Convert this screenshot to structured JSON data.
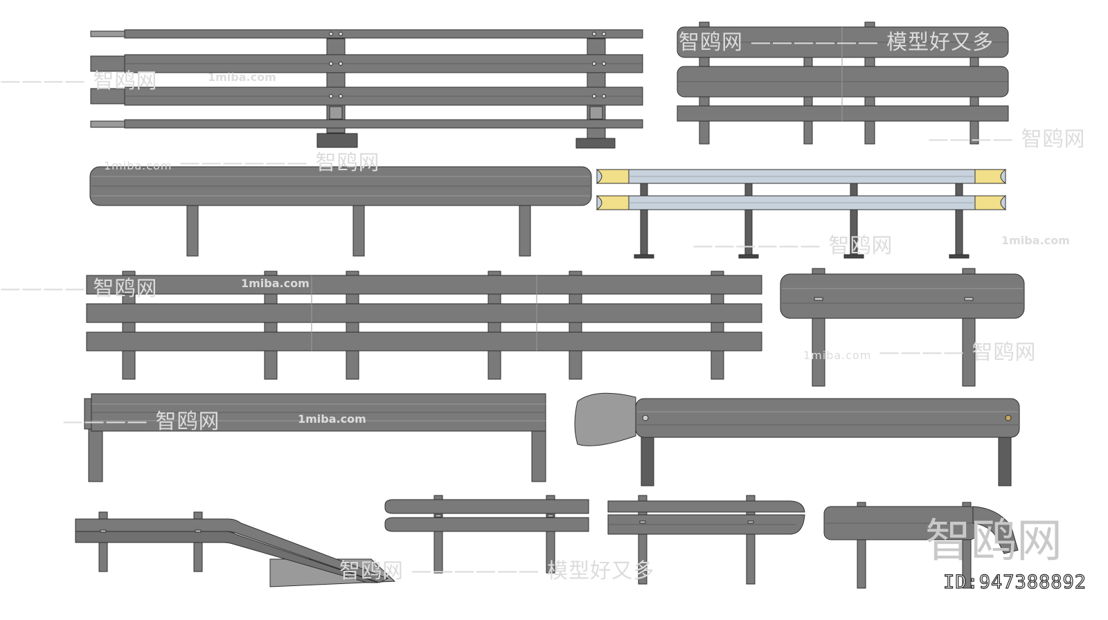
{
  "scene": {
    "background": "#ffffff",
    "colors": {
      "steel": "#7a7a7a",
      "steel_light": "#9b9b9b",
      "steel_dark": "#5d5d5d",
      "outline": "#2e2e2e",
      "galvanized": "#c8d2dc",
      "end_cap_yellow": "#f1df8a",
      "concrete": "#9a9a9a"
    },
    "items": [
      "four-rail-tube-guardrail",
      "three-beam-guardrail",
      "w-beam-guardrail-long",
      "galvanized-double-beam-guardrail",
      "three-plank-barrier",
      "three-beam-guardrail-short",
      "channel-beam-guardrail",
      "flared-end-terminal-guardrail",
      "ramped-end-anchor-guardrail",
      "rounded-end-guardrail",
      "pointed-end-guardrail",
      "curved-end-guardrail"
    ]
  },
  "watermarks": {
    "brand_cn": "智鸥网",
    "slogan_cn": "模型好又多",
    "site": "1miba.com",
    "dashes": "——————",
    "dashes_short": "————"
  },
  "id_label": "ID:947388892"
}
